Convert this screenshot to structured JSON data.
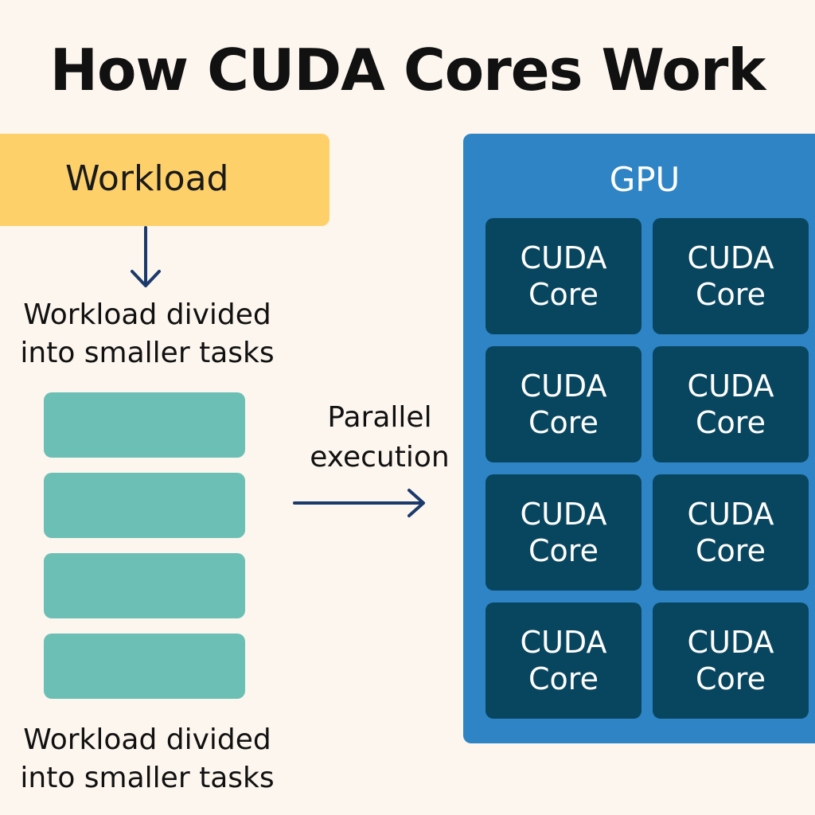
{
  "title": "How CUDA Cores Work",
  "workload": {
    "label": "Workload",
    "color": "#FDD06A"
  },
  "captions": {
    "top": [
      "Workload divided",
      "into smaller tasks"
    ],
    "bottom": [
      "Workload divided",
      "into smaller tasks"
    ]
  },
  "tasks": {
    "count": 4,
    "color": "#6CBFB5"
  },
  "parallel": [
    "Parallel",
    "execution"
  ],
  "gpu": {
    "label": "GPU",
    "color": "#2E84C4",
    "cores": [
      {
        "line1": "CUDA",
        "line2": "Core"
      },
      {
        "line1": "CUDA",
        "line2": "Core"
      },
      {
        "line1": "CUDA",
        "line2": "Core"
      },
      {
        "line1": "CUDA",
        "line2": "Core"
      },
      {
        "line1": "CUDA",
        "line2": "Core"
      },
      {
        "line1": "CUDA",
        "line2": "Core"
      },
      {
        "line1": "CUDA",
        "line2": "Core"
      },
      {
        "line1": "CUDA",
        "line2": "Core"
      }
    ],
    "core_color": "#08465F"
  },
  "arrow_color": "#1B3A6B"
}
